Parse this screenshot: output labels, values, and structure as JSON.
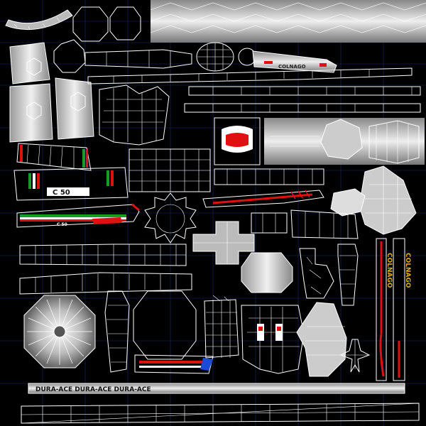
{
  "canvas": {
    "background": "#000000",
    "grid_color": "#1a2a66",
    "wire_color": "#ffffff"
  },
  "labels": {
    "tube_brand": "COLNAGO",
    "seatstay_left": "COLNAGO",
    "seatstay_right": "COLNAGO",
    "small_logo_a": "C 50",
    "small_logo_b": "C 50",
    "decal_strip": "DURA-ACE   DURA-ACE   DURA-ACE"
  },
  "colors": {
    "accent_red": "#e01010",
    "italian_green": "#1a9a2a",
    "gold": "#e0b000",
    "steel": "#b8b8b8",
    "blue": "#1a4ad8"
  }
}
